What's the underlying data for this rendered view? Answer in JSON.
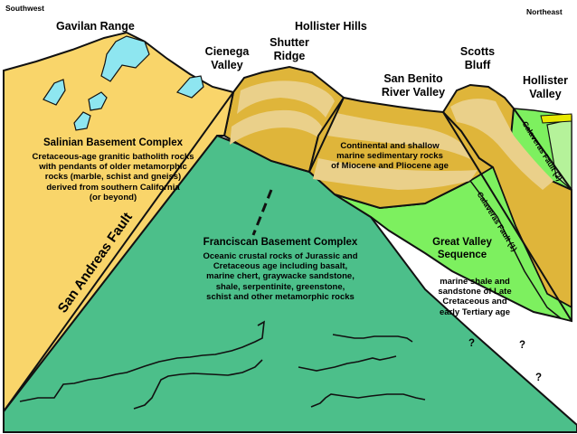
{
  "orientation": {
    "left": "Southwest",
    "right": "Northeast"
  },
  "places": {
    "gavilan_range": "Gavilan Range",
    "hollister_hills": "Hollister Hills",
    "cienega_valley": "Cienega\nValley",
    "shutter_ridge": "Shutter\nRidge",
    "san_benito_river_valley": "San Benito\nRiver Valley",
    "scotts_bluff": "Scotts\nBluff",
    "hollister_valley": "Hollister\nValley"
  },
  "units": {
    "salinian": {
      "title": "Salinian Basement Complex",
      "description": "Cretaceous-age granitic batholith rocks\nwith pendants of older metamorphic\nrocks (marble, schist and gneiss)\nderived from southern California\n(or beyond)"
    },
    "continental": {
      "description": "Continental and shallow\nmarine sedimentary rocks\nof Miocene and Pliocene age"
    },
    "franciscan": {
      "title": "Franciscan Basement Complex",
      "description": "Oceanic crustal rocks of Jurassic and\nCretaceous age including basalt,\nmarine chert, graywacke sandstone,\nshale, serpentinite, greenstone,\nschist and other metamorphic rocks"
    },
    "great_valley": {
      "title": "Great Valley\nSequence",
      "description": "marine shale and\nsandstone of Late\nCretaceous and\nearly Tertiary age"
    }
  },
  "faults": {
    "san_andreas": "San Andreas Fault",
    "calaveras_1": "Calaveras Fault (1)",
    "calaveras_2": "Calaveras Fault (2)"
  },
  "unknown_marks": [
    "?",
    "?",
    "?"
  ],
  "colors": {
    "salinian": "#f9d56a",
    "pendant": "#8ee6f0",
    "franciscan": "#4cbf8a",
    "sediment_dark": "#dfb53a",
    "sediment_light": "#ead08a",
    "great_valley_bright": "#7df05f",
    "great_valley_pale": "#b5f29a",
    "cap_yellow": "#e8e800",
    "outline": "#111111"
  }
}
